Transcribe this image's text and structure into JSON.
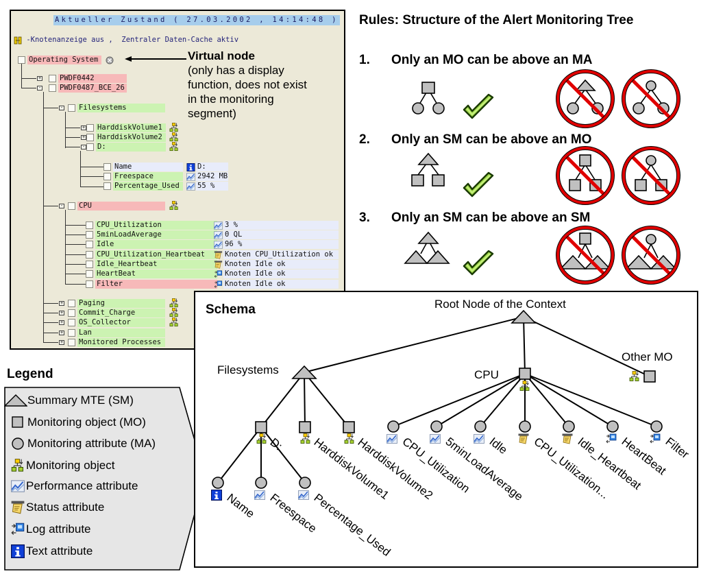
{
  "tree_panel": {
    "header": "Aktueller Zustand ( 27.03.2002 , 14:14:48 )",
    "status_line": " -Knotenanzeige aus ,  Zentraler Daten-Cache aktiv",
    "nodes": [
      {
        "label": "Operating System",
        "color": "red"
      },
      {
        "label": "PWDF0442",
        "color": "red"
      },
      {
        "label": "PWDF0487_BCE_26",
        "color": "red"
      },
      {
        "label": "Filesystems",
        "color": "green"
      },
      {
        "label": "HarddiskVolume1",
        "color": "green"
      },
      {
        "label": "HarddiskVolume2",
        "color": "green"
      },
      {
        "label": "D:",
        "color": "green"
      },
      {
        "label": "Name",
        "color": "blue",
        "value": "D:",
        "icon": "text-attribute"
      },
      {
        "label": "Freespace",
        "color": "green",
        "value": "2942 MB",
        "icon": "performance-attribute"
      },
      {
        "label": "Percentage_Used",
        "color": "green",
        "value": "55 %",
        "icon": "performance-attribute"
      },
      {
        "label": "CPU",
        "color": "red"
      },
      {
        "label": "CPU_Utilization",
        "color": "green",
        "value": "3 %",
        "icon": "performance-attribute"
      },
      {
        "label": "5minLoadAverage",
        "color": "green",
        "value": "0 QL",
        "icon": "performance-attribute"
      },
      {
        "label": "Idle",
        "color": "green",
        "value": "96 %",
        "icon": "performance-attribute"
      },
      {
        "label": "CPU_Utilization_Heartbeat",
        "color": "green",
        "value": "Knoten CPU_Utilization ok",
        "icon": "status-attribute"
      },
      {
        "label": "Idle_Heartbeat",
        "color": "green",
        "value": "Knoten Idle ok",
        "icon": "status-attribute"
      },
      {
        "label": "HeartBeat",
        "color": "green",
        "value": "Knoten Idle ok",
        "icon": "log-attribute"
      },
      {
        "label": "Filter",
        "color": "red",
        "value": "Knoten Idle ok",
        "icon": "log-attribute"
      },
      {
        "label": "Paging",
        "color": "green"
      },
      {
        "label": "Commit_Charge",
        "color": "green"
      },
      {
        "label": "OS_Collector",
        "color": "green"
      },
      {
        "label": "Lan",
        "color": "green"
      },
      {
        "label": "Monitored Processes",
        "color": "green"
      }
    ]
  },
  "annotation": {
    "title": "Virtual node",
    "lines": [
      "(only has a display",
      "function, does not exist",
      "in the monitoring",
      "segment)"
    ]
  },
  "rules": {
    "title": "Rules: Structure of the Alert Monitoring Tree",
    "items": [
      {
        "number": "1.",
        "text": "Only an MO can be above an MA"
      },
      {
        "number": "2.",
        "text": "Only an SM can be above an MO"
      },
      {
        "number": "3.",
        "text": "Only an SM can be above an SM"
      }
    ]
  },
  "legend": {
    "title": "Legend",
    "items": [
      {
        "icon": "triangle",
        "label": "Summary  MTE (SM)"
      },
      {
        "icon": "square",
        "label": "Monitoring object (MO)"
      },
      {
        "icon": "circle",
        "label": "Monitoring attribute (MA)"
      },
      {
        "icon": "monitoring-object",
        "label": "Monitoring object"
      },
      {
        "icon": "performance-attribute",
        "label": "Performance attribute"
      },
      {
        "icon": "status-attribute",
        "label": "Status attribute"
      },
      {
        "icon": "log-attribute",
        "label": "Log attribute"
      },
      {
        "icon": "text-attribute",
        "label": "Text attribute"
      }
    ]
  },
  "schema": {
    "title": "Schema",
    "root_label": "Root Node  of the Context",
    "filesystems_label": "Filesystems",
    "cpu_label": "CPU",
    "other_mo_label": "Other MO",
    "fs_mos": [
      "D:",
      "HarddiskVolume1",
      "HarddiskVolume2"
    ],
    "d_attrs": [
      {
        "label": "Name",
        "icon": "text-attribute"
      },
      {
        "label": "Freespace",
        "icon": "performance-attribute"
      },
      {
        "label": "Percentage_Used",
        "icon": "performance-attribute"
      }
    ],
    "cpu_attrs": [
      {
        "label": "CPU_Utilization",
        "icon": "performance-attribute"
      },
      {
        "label": "5minLoadAverage",
        "icon": "performance-attribute"
      },
      {
        "label": "Idle",
        "icon": "performance-attribute"
      },
      {
        "label": "CPU_Utilization...",
        "icon": "status-attribute"
      },
      {
        "label": "Idle_Heartbeat",
        "icon": "status-attribute"
      },
      {
        "label": "HeartBeat",
        "icon": "log-attribute"
      },
      {
        "label": "Filter",
        "icon": "log-attribute"
      }
    ]
  },
  "colors": {
    "node_red": "#f7b9b9",
    "node_green": "#ccf3b2",
    "value_blue": "#e8ecfa",
    "panel_bg": "#ece9d8",
    "shape_gray": "#c0c0c0",
    "prohibited_red": "#e00000",
    "check_green": "#66bb22"
  }
}
